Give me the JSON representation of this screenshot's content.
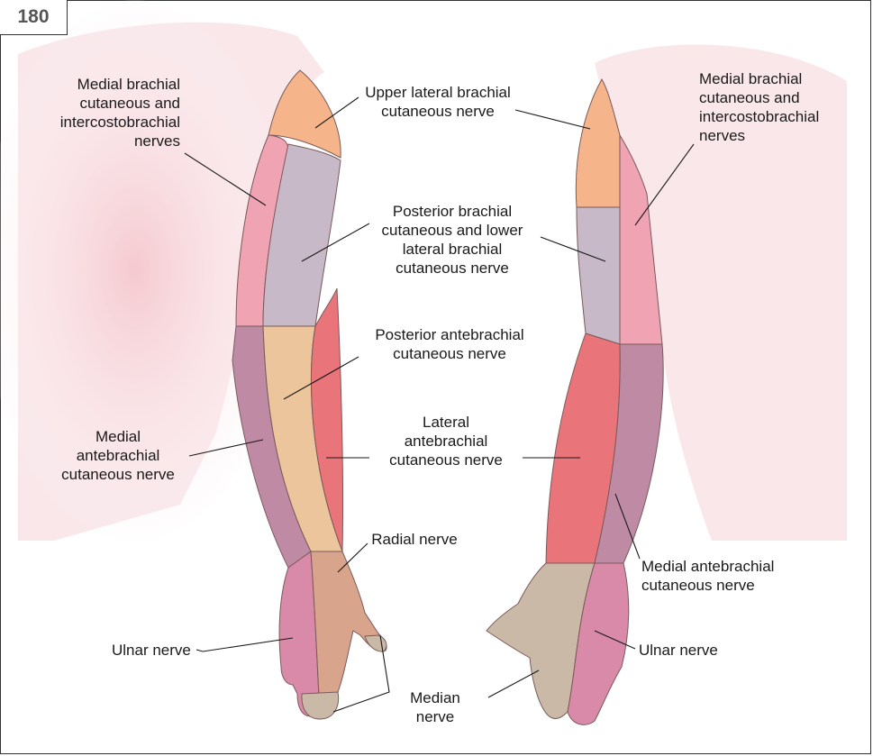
{
  "page_number": "180",
  "colors": {
    "upper_lateral_brachial": "#f5b48a",
    "posterior_brachial": "#c7b9c7",
    "medial_brachial": "#f0a3b3",
    "posterior_antebrachial": "#edc59c",
    "lateral_antebrachial": "#e9747a",
    "medial_antebrachial": "#bf8ba4",
    "radial": "#d8a48c",
    "ulnar": "#d98aa8",
    "median": "#c9b9a6",
    "skin_shadow": "#f6d4d8"
  },
  "labels": {
    "medial_brachial_left": "Medial brachial\ncutaneous and\nintercostobrachial\nnerves",
    "upper_lateral": "Upper lateral brachial\ncutaneous nerve",
    "medial_brachial_right": "Medial brachial\ncutaneous and\nintercostobrachial\nnerves",
    "posterior_brachial": "Posterior brachial\ncutaneous and lower\nlateral brachial\ncutaneous nerve",
    "posterior_antebrachial": "Posterior antebrachial\ncutaneous nerve",
    "medial_antebrachial_left": "Medial\nantebrachial\ncutaneous nerve",
    "lateral_antebrachial": "Lateral\nantebrachial\ncutaneous nerve",
    "radial": "Radial nerve",
    "medial_antebrachial_right": "Medial antebrachial\ncutaneous nerve",
    "ulnar_left": "Ulnar nerve",
    "ulnar_right": "Ulnar nerve",
    "median": "Median\nnerve"
  }
}
